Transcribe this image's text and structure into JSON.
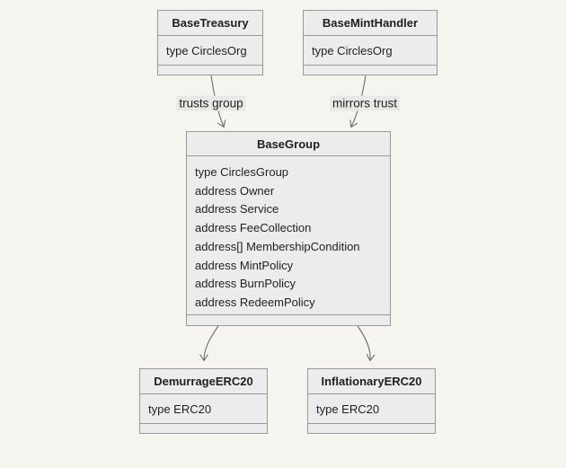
{
  "diagram": {
    "type": "class-diagram",
    "colors": {
      "background": "#f5f4ef",
      "node_fill": "#ececec",
      "node_border": "#999999",
      "edge": "#6e6e6e",
      "edge_label_bg": "#e9e8e4",
      "text": "#1f1f1f"
    },
    "nodes": {
      "base_treasury": {
        "title": "BaseTreasury",
        "attributes": [
          "type CirclesOrg"
        ]
      },
      "base_mint_handler": {
        "title": "BaseMintHandler",
        "attributes": [
          "type CirclesOrg"
        ]
      },
      "base_group": {
        "title": "BaseGroup",
        "attributes": [
          "type CirclesGroup",
          "address Owner",
          "address Service",
          "address FeeCollection",
          "address[] MembershipCondition",
          "address MintPolicy",
          "address BurnPolicy",
          "address RedeemPolicy"
        ]
      },
      "demurrage_erc20": {
        "title": "DemurrageERC20",
        "attributes": [
          "type ERC20"
        ]
      },
      "inflationary_erc20": {
        "title": "InflationaryERC20",
        "attributes": [
          "type ERC20"
        ]
      }
    },
    "edges": [
      {
        "from": "BaseTreasury",
        "to": "BaseGroup",
        "label": "trusts group"
      },
      {
        "from": "BaseMintHandler",
        "to": "BaseGroup",
        "label": "mirrors trust"
      },
      {
        "from": "BaseGroup",
        "to": "DemurrageERC20",
        "label": ""
      },
      {
        "from": "BaseGroup",
        "to": "InflationaryERC20",
        "label": ""
      }
    ]
  }
}
